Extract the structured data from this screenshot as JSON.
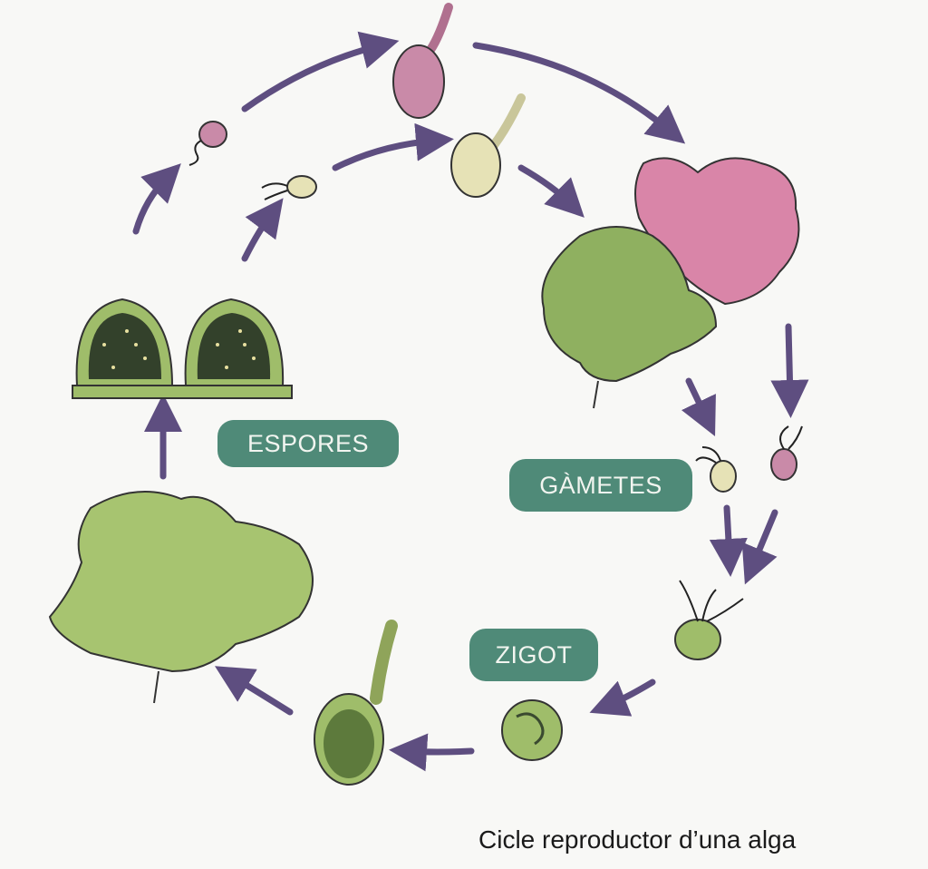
{
  "diagram": {
    "title": "Cicle reproductor d'una alga",
    "labels": {
      "spores": "ESPORES",
      "gametes": "GÀMETES",
      "zygote": "ZIGOT"
    },
    "caption": "Cicle reproductor d’una alga",
    "colors": {
      "label_bg": "#4f8a78",
      "arrow": "#5e4e80",
      "green_alga": "#9fbd6a",
      "pink_alga": "#d985a8",
      "male_gamete": "#e6e2b6",
      "female_gamete": "#c98aa8"
    }
  }
}
